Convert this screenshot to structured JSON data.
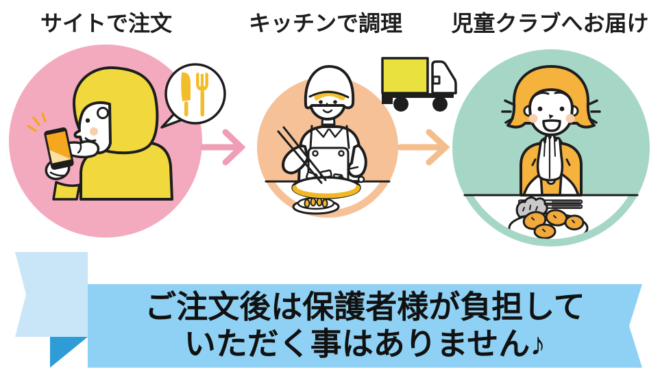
{
  "steps": [
    {
      "id": "order",
      "label": "サイトで注文",
      "circle_color": "#f4aabe"
    },
    {
      "id": "cook",
      "label": "キッチンで調理",
      "circle_color": "#f6c197"
    },
    {
      "id": "deliver",
      "label": "児童クラブへお届け",
      "circle_color": "#a6d7c6"
    }
  ],
  "arrows": [
    {
      "name": "order-to-kitchen-arrow",
      "color": "#ef9fb5"
    },
    {
      "name": "kitchen-to-delivery-arrow",
      "color": "#f4bd8c"
    }
  ],
  "truck": {
    "box_color": "#e9e13e"
  },
  "banner": {
    "line1": "ご注文後は保護者様が負担して",
    "line2": "いただく事はありません♪",
    "main_color": "#8fd1f4",
    "tail_color": "#c9e6f8",
    "fold_color": "#2e9cd6"
  },
  "icons": {
    "speech_bubble": "knife-and-fork-cutlery",
    "truck": "delivery-truck",
    "arrow": "right-arrow",
    "sparkle": "phone-sparkle"
  }
}
